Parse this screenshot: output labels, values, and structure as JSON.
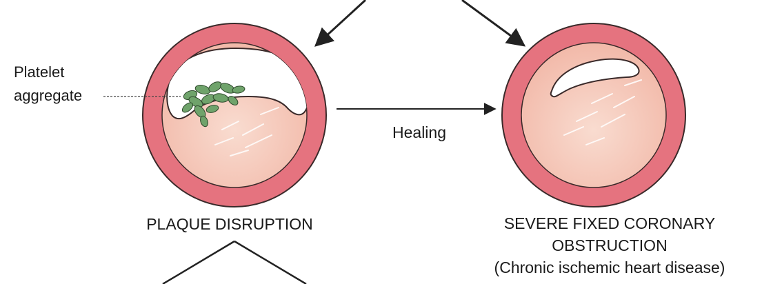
{
  "labels": {
    "platelet_line1": "Platelet",
    "platelet_line2": "aggregate",
    "healing": "Healing",
    "left_caption": "PLAQUE DISRUPTION",
    "right_caption_line1": "SEVERE FIXED CORONARY",
    "right_caption_line2": "OBSTRUCTION",
    "right_caption_line3": "(Chronic ischemic heart disease)"
  },
  "colors": {
    "vessel_wall": "#e5737f",
    "wall_outline": "#3a2a2a",
    "plaque": "#f7cfc2",
    "plaque_core": "#f4bcae",
    "lumen": "#ffffff",
    "platelets": "#6fa36b",
    "arrow": "#222222"
  }
}
